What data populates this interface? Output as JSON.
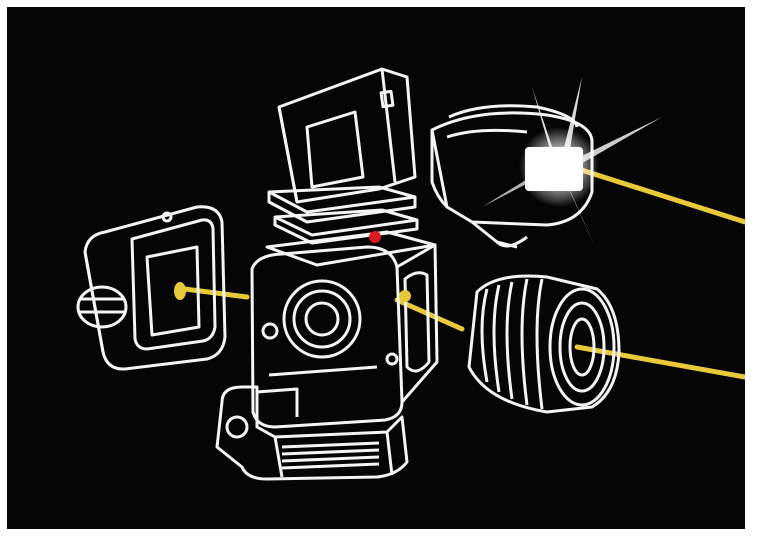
{
  "scene": {
    "background_color": "#050505",
    "border_color": "#ffffff",
    "line_color": "#f4f4f4",
    "connector_color": "#e8c93a",
    "indicator_color": "#e01a22",
    "components": [
      {
        "name": "film-magazine",
        "icon": "film-back-icon"
      },
      {
        "name": "camera-body",
        "icon": "camera-body-icon"
      },
      {
        "name": "viewfinder-prism",
        "icon": "viewfinder-icon"
      },
      {
        "name": "flash-unit",
        "icon": "flash-icon"
      },
      {
        "name": "lens",
        "icon": "lens-icon"
      }
    ]
  }
}
